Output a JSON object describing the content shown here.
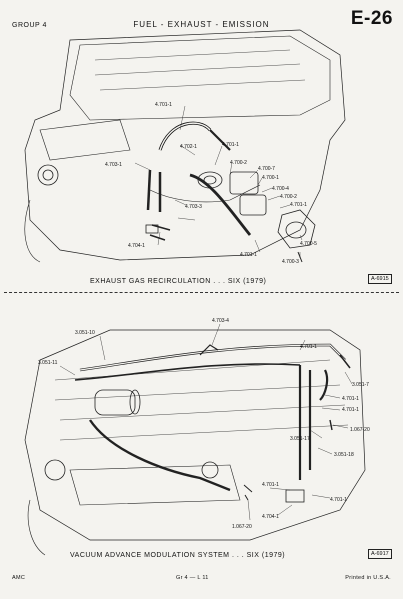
{
  "header": {
    "group": "GROUP 4",
    "title": "FUEL - EXHAUST - EMISSION",
    "page_code": "E-26"
  },
  "figure_top": {
    "caption": "EXHAUST GAS RECIRCULATION . . . SIX (1979)",
    "fig_number": "A-6915",
    "parts": [
      "4.701-1",
      "4.703-1",
      "4.702-1",
      "4.701-1",
      "4.700-2",
      "4.700-7",
      "4.700-1",
      "4.700-4",
      "4.700-2",
      "4.701-1",
      "4.703-3",
      "4.704-1",
      "4.701-1",
      "4.700-5",
      "4.700-3"
    ]
  },
  "figure_bottom": {
    "caption": "VACUUM ADVANCE MODULATION SYSTEM . . . SIX (1979)",
    "fig_number": "A-6917",
    "parts": [
      "3.051-10",
      "4.703-4",
      "4.701-1",
      "3.051-11",
      "3.051-7",
      "4.701-1",
      "4.701-1",
      "1.067-20",
      "3.051-17",
      "3.051-18",
      "4.701-1",
      "4.701-1",
      "4.704-1",
      "1.067-20"
    ]
  },
  "footer": {
    "left": "AMC",
    "center": "Gr 4 — L 11",
    "right": "Printed in U.S.A."
  }
}
